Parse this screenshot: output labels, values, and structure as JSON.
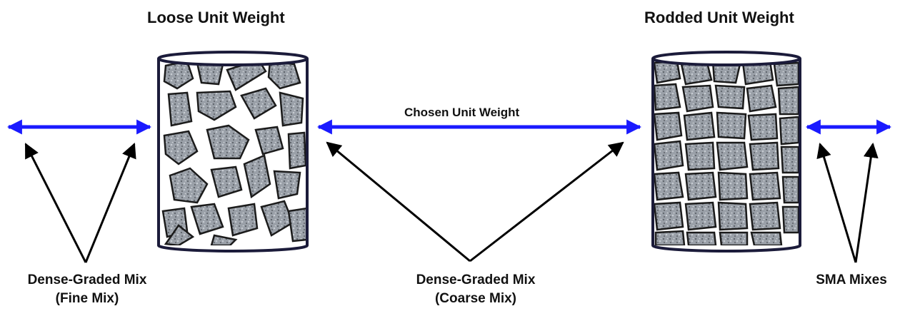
{
  "titles": {
    "loose": "Loose Unit Weight",
    "rodded": "Rodded Unit Weight"
  },
  "arrow_labels": {
    "chosen": "Chosen Unit Weight"
  },
  "mix_labels": {
    "fine_line1": "Dense-Graded Mix",
    "fine_line2": "(Fine Mix)",
    "coarse_line1": "Dense-Graded Mix",
    "coarse_line2": "(Coarse Mix)",
    "sma": "SMA Mixes"
  },
  "colors": {
    "range_arrow": "#1a1aff",
    "pointer_arrow": "#000000",
    "cylinder_outline": "#1b1b3a",
    "stone_fill": "#8e949c",
    "stone_dark": "#3a3d42"
  }
}
